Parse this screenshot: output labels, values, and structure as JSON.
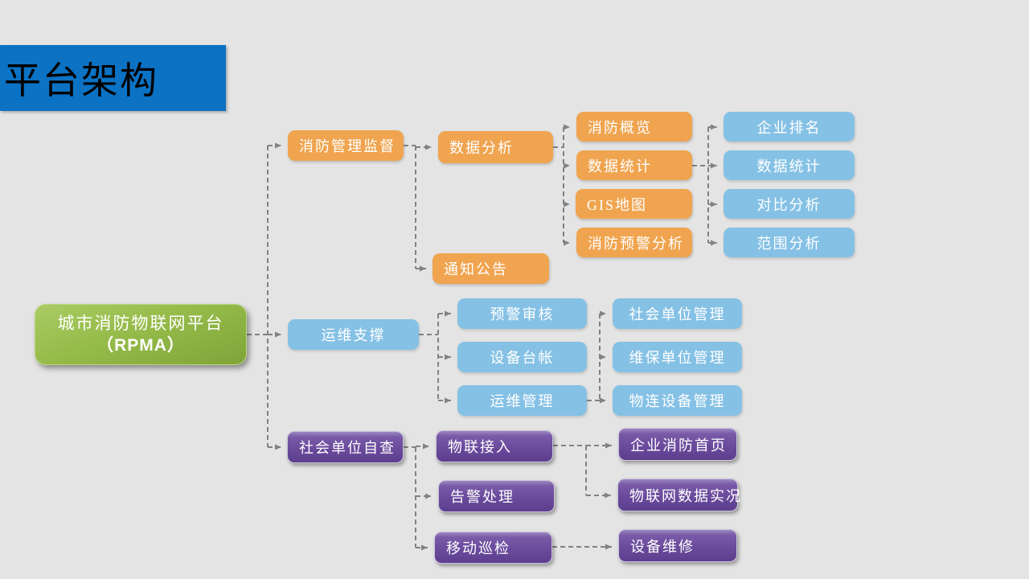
{
  "title": "平台架构",
  "root": {
    "line1": "城市消防物联网平台",
    "line2": "（RPMA）"
  },
  "colors": {
    "background": "#e4e4e4",
    "title_bar": "#0b72c4",
    "orange_node": "#f0a44f",
    "blue_node": "#85c1e5",
    "purple_node": "#6a4a9c",
    "green_root": "#95bb4a",
    "connector": "#828282"
  },
  "supervision": {
    "label": "消防管理监督",
    "data_analysis": "数据分析",
    "notice": "通知公告",
    "analysis_children": [
      "消防概览",
      "数据统计",
      "GIS地图",
      "消防预警分析"
    ],
    "stats_children": [
      "企业排名",
      "数据统计",
      "对比分析",
      "范围分析"
    ]
  },
  "operations": {
    "label": "运维支撑",
    "children": [
      "预警审核",
      "设备台帐",
      "运维管理"
    ],
    "grandchildren": [
      "社会单位管理",
      "维保单位管理",
      "物连设备管理"
    ]
  },
  "self_inspection": {
    "label": "社会单位自查",
    "children": [
      "物联接入",
      "告警处理",
      "移动巡检"
    ],
    "grandchildren": [
      "企业消防首页",
      "物联网数据实况",
      "设备维修"
    ]
  }
}
